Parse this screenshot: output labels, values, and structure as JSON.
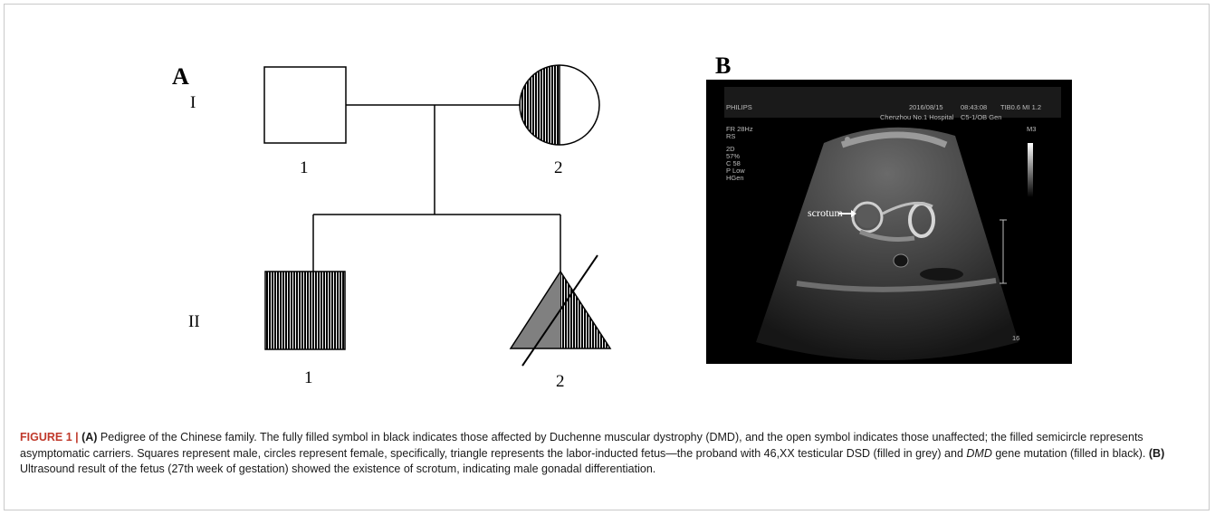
{
  "panels": {
    "a_letter": "A",
    "b_letter": "B"
  },
  "pedigree": {
    "generations": [
      "I",
      "II"
    ],
    "individuals": {
      "I1": "1",
      "I2": "2",
      "II1": "1",
      "II2": "2"
    }
  },
  "ultrasound": {
    "brand": "PHILIPS",
    "date": "2016/08/15",
    "time": "08:43:08",
    "tib_mi": "TIB0.6  MI 1.2",
    "hospital": "Chenzhou No.1 Hospital",
    "probe": "C5-1/OB Gen",
    "left_params": [
      "FR 28Hz",
      "RS",
      "",
      "2D",
      " 57%",
      " C 58",
      " P Low",
      " HGen"
    ],
    "m3": "M3",
    "depth": "16",
    "scrotum_label": "scrotum"
  },
  "caption": {
    "figure_label": "FIGURE 1 | ",
    "a_label": "(A)",
    "text_1": " Pedigree of the Chinese family. The fully filled symbol in black indicates those affected by Duchenne muscular dystrophy (DMD), and the open symbol indicates those unaffected; the filled semicircle represents asymptomatic carriers. Squares represent male, circles represent female, specifically, triangle represents the labor-inducted fetus—the proband with 46,XX testicular DSD (filled in grey) and ",
    "dmd_italic": "DMD",
    "text_2": " gene mutation (filled in black). ",
    "b_label": "(B)",
    "text_3": " Ultrasound result of the fetus (27th week of gestation) showed the existence of scrotum, indicating male gonadal differentiation."
  },
  "colors": {
    "affected": "#000000",
    "grey_fill": "#808080",
    "border": "#c9c9c9",
    "caption_label": "#c0392b"
  }
}
